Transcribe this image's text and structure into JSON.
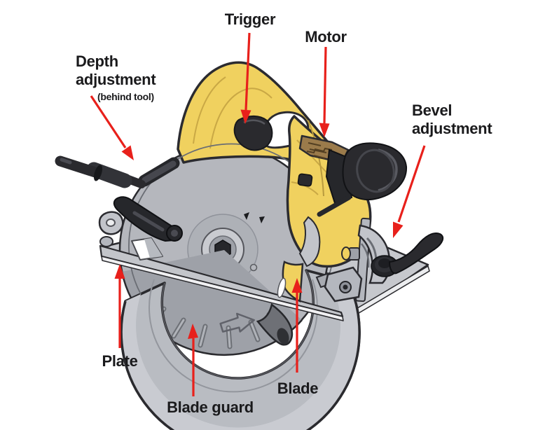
{
  "figure": {
    "labels": {
      "trigger": {
        "text": "Trigger"
      },
      "motor": {
        "text": "Motor"
      },
      "depth_adjustment": {
        "line1": "Depth",
        "line2": "adjustment",
        "note": "(behind tool)"
      },
      "bevel_adjustment": {
        "line1": "Bevel",
        "line2": "adjustment"
      },
      "plate": {
        "text": "Plate"
      },
      "blade_guard": {
        "text": "Blade guard"
      },
      "blade": {
        "text": "Blade"
      }
    },
    "colors": {
      "arrow": "#e8201b",
      "label_text": "#1a1a1c",
      "background": "#ffffff",
      "tool_yellow": "#f0d15f",
      "tool_yellow_shade": "#c9a845",
      "tool_gray_light": "#c9cbd1",
      "tool_gray_mid": "#b9bcc2",
      "tool_gray_dark": "#9ea1a8",
      "tool_black": "#2a2a2e",
      "vent_brown": "#9b7b4b"
    }
  }
}
